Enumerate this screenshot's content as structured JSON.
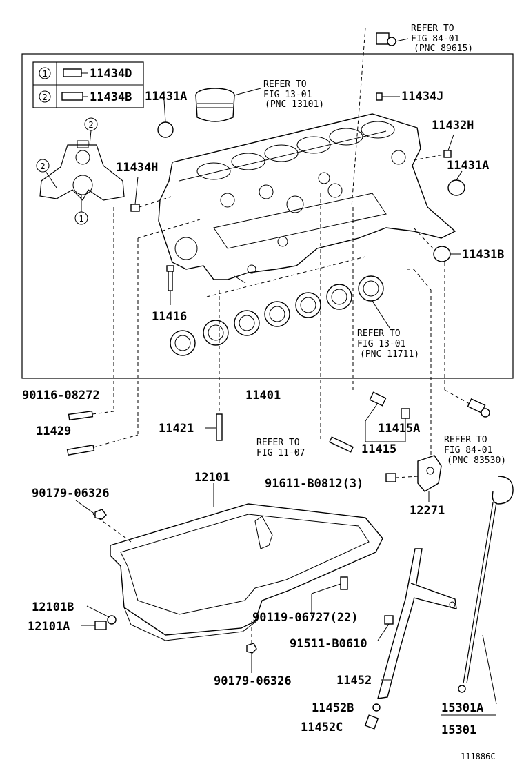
{
  "legend": [
    {
      "num": "1",
      "part": "11434D"
    },
    {
      "num": "2",
      "part": "11434B"
    }
  ],
  "block_callouts": {
    "a": "2",
    "b": "2",
    "c": "1"
  },
  "labels": {
    "p11431A_top": "11431A",
    "p11434J": "11434J",
    "p11432H": "11432H",
    "p11431A_right": "11431A",
    "p11434H": "11434H",
    "p11431B": "11431B",
    "p11416": "11416",
    "p11401": "11401",
    "p90116": "90116-08272",
    "p11429": "11429",
    "p11421": "11421",
    "p11415A": "11415A",
    "p11415": "11415",
    "p91611": "91611-B0812(3)",
    "p12271": "12271",
    "p12101": "12101",
    "p90179_top": "90179-06326",
    "p12101B": "12101B",
    "p12101A": "12101A",
    "p90119": "90119-06727(22)",
    "p91511": "91511-B0610",
    "p11452": "11452",
    "p90179_bot": "90179-06326",
    "p11452B": "11452B",
    "p11452C": "11452C",
    "p15301A": "15301A",
    "p15301": "15301"
  },
  "refs": {
    "r1": {
      "l1": "REFER TO",
      "l2": "FIG 84-01",
      "l3": "(PNC 89615)"
    },
    "r2": {
      "l1": "REFER TO",
      "l2": "FIG 13-01",
      "l3": "(PNC 13101)"
    },
    "r3": {
      "l1": "REFER TO",
      "l2": "FIG 13-01",
      "l3": "(PNC 11711)"
    },
    "r4": {
      "l1": "REFER TO",
      "l2": "FIG 11-07"
    },
    "r5": {
      "l1": "REFER TO",
      "l2": "FIG 84-01",
      "l3": "(PNC 83530)"
    }
  },
  "diagram_id": "111886C"
}
